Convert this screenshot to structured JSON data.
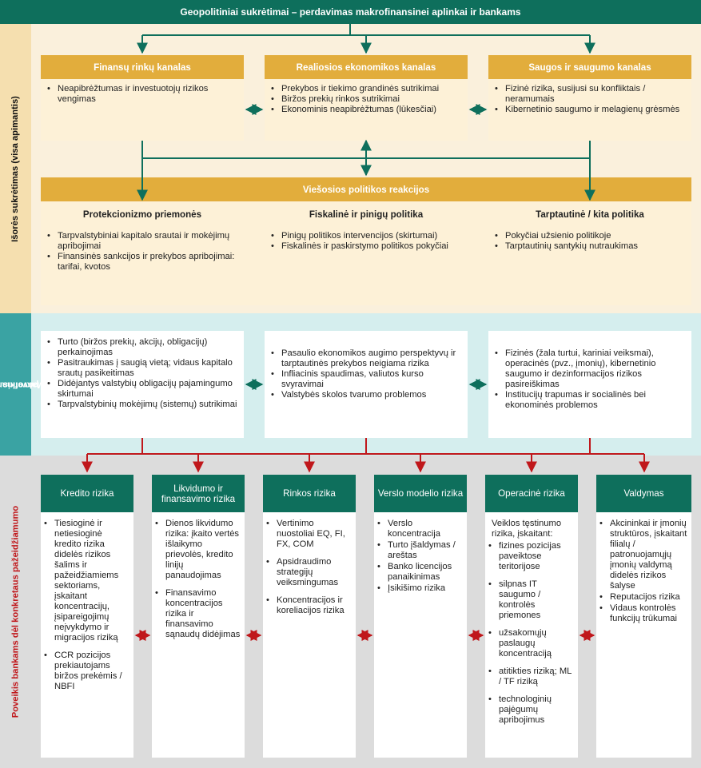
{
  "title": "Geopolitiniai sukrėtimai – perdavimas makrofinansinei aplinkai ir bankams",
  "side_labels": {
    "external": "Išorės sukrėtimas (visa apimantis)",
    "macro_line1": "Makrofinansinis",
    "macro_line2": "poveikis",
    "bank": "Poveikis bankams dėl konkretaus pažeidžiamumo"
  },
  "channels": [
    {
      "title": "Finansų rinkų kanalas",
      "items": [
        "Neapibrėžtumas ir investuotojų rizikos vengimas"
      ]
    },
    {
      "title": "Realiosios ekonomikos kanalas",
      "items": [
        "Prekybos ir tiekimo grandinės sutrikimai",
        "Biržos prekių rinkos sutrikimai",
        "Ekonominis neapibrėžtumas (lūkesčiai)"
      ]
    },
    {
      "title": "Saugos ir saugumo kanalas",
      "items": [
        "Fizinė rizika, susijusi su konfliktais / neramumais",
        "Kibernetinio saugumo ir melagienų grėsmės"
      ]
    }
  ],
  "policy": {
    "title": "Viešosios politikos reakcijos",
    "groups": [
      {
        "title": "Protekcionizmo priemonės",
        "items": [
          "Tarpvalstybiniai kapitalo srautai ir mokėjimų apribojimai",
          "Finansinės sankcijos ir prekybos apribojimai: tarifai, kvotos"
        ]
      },
      {
        "title": "Fiskalinė ir pinigų politika",
        "items": [
          "Pinigų politikos intervencijos (skirtumai)",
          "Fiskalinės ir paskirstymo politikos pokyčiai"
        ]
      },
      {
        "title": "Tarptautinė / kita politika",
        "items": [
          "Pokyčiai užsienio politikoje",
          "Tarptautinių santykių nutraukimas"
        ]
      }
    ]
  },
  "macro": [
    {
      "items": [
        "Turto (biržos prekių, akcijų, obligacijų) perkainojimas",
        "Pasitraukimas į saugią vietą; vidaus kapitalo srautų pasikeitimas",
        "Didėjantys valstybių obligacijų pajamingumo skirtumai",
        "Tarpvalstybinių mokėjimų (sistemų) sutrikimai"
      ]
    },
    {
      "items": [
        "Pasaulio ekonomikos augimo perspektyvų ir tarptautinės prekybos neigiama rizika",
        "Infliacinis spaudimas, valiutos kurso svyravimai",
        "Valstybės skolos tvarumo problemos"
      ]
    },
    {
      "items": [
        "Fizinės (žala turtui, kariniai veiksmai), operacinės (pvz., įmonių), kibernetinio saugumo ir dezinformacijos rizikos pasireiškimas",
        "Institucijų trapumas ir socialinės bei ekonominės problemos"
      ]
    }
  ],
  "risks": [
    {
      "title": "Kredito rizika",
      "items": [
        "Tiesioginė ir netiesioginė kredito rizika didelės rizikos šalims ir pažeidžiamiems sektoriams, įskaitant koncentracijų, įsipareigojimų neįvykdymo ir migracijos riziką",
        "CCR pozicijos prekiautojams biržos prekėmis / NBFI"
      ]
    },
    {
      "title": "Likvidumo ir finansavimo rizika",
      "items": [
        "Dienos likvidumo rizika: įkaito vertės išlaikymo prievolės, kredito linijų panaudojimas",
        "Finansavimo koncentracijos rizika ir finansavimo sąnaudų didėjimas"
      ]
    },
    {
      "title": "Rinkos rizika",
      "items": [
        "Vertinimo nuostoliai EQ, FI, FX, COM",
        "Apsidraudimo strategijų veiksmingumas",
        "Koncentracijos ir koreliacijos rizika"
      ]
    },
    {
      "title": "Verslo modelio rizika",
      "items": [
        "Verslo koncentracija",
        "Turto įšaldymas / areštas",
        "Banko licencijos panaikinimas",
        "Įsikišimo rizika"
      ]
    },
    {
      "title": "Operacinė rizika",
      "intro": "Veiklos tęstinumo rizika, įskaitant:",
      "items": [
        "fizines pozicijas paveiktose teritorijose",
        "silpnas IT saugumo / kontrolės priemones",
        "užsakomųjų paslaugų koncentraciją",
        "atitikties riziką; ML / TF riziką",
        "technologinių pajėgumų apribojimus"
      ]
    },
    {
      "title": "Valdymas",
      "items": [
        "Akcininkai ir įmonių struktūros, įskaitant filialų / patronuojamųjų įmonių valdymą didelės rizikos šalyse",
        "Reputacijos rizika",
        "Vidaus kontrolės funkcijų trūkumai"
      ]
    }
  ],
  "colors": {
    "teal": "#0e6f5c",
    "gold": "#e2ad3c",
    "red": "#c0171b",
    "cream": "#faf0dc",
    "cyan": "#d5eeee",
    "grey": "#dcdcdc"
  }
}
